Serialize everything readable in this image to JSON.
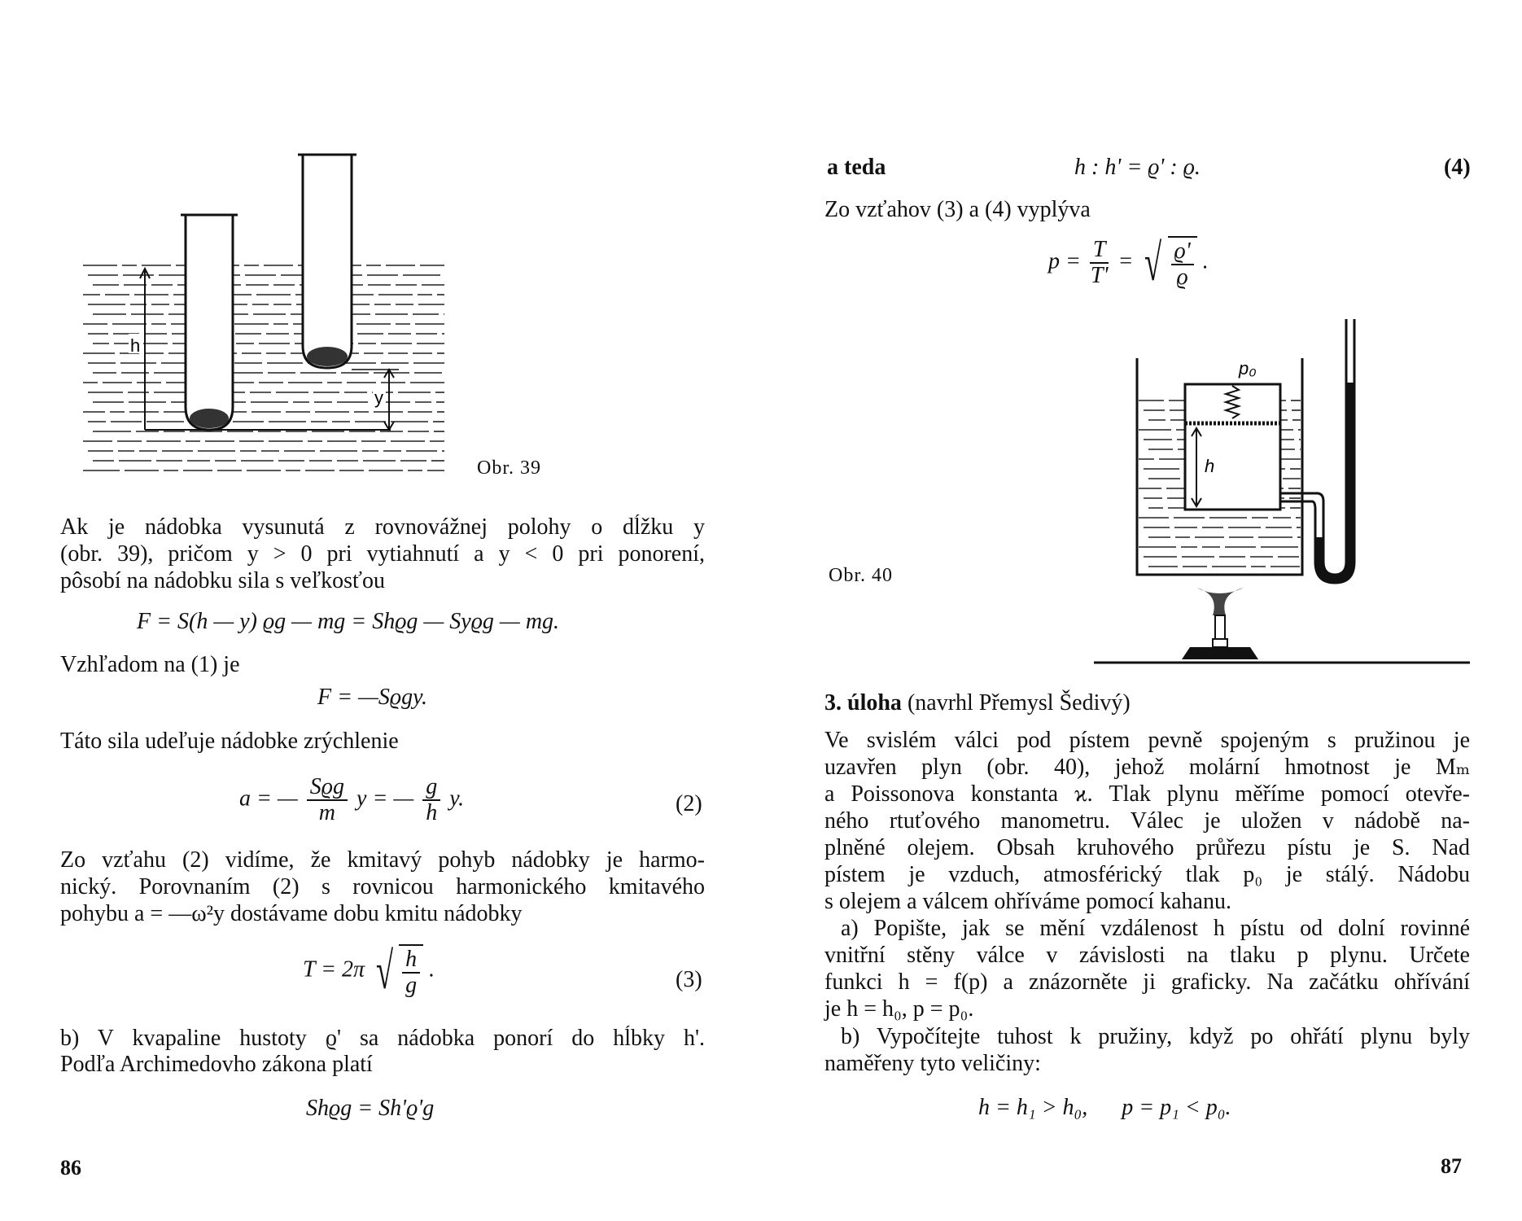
{
  "left_page": {
    "figure_caption": "Obr. 39",
    "figure_labels": {
      "h": "h",
      "y": "y"
    },
    "para1": [
      "Ak je nádobka vysunutá z rovnovážnej polohy o dĺžku y",
      "(obr. 39), pričom y > 0 pri vytiahnutí a y < 0 pri ponorení,",
      "pôsobí na nádobku sila s veľkosťou"
    ],
    "eq_force": "F = S(h — y) ϱg — mg = Shϱg — Syϱg — mg.",
    "line_vzhladom": "Vzhľadom na (1) je",
    "eq_force2": "F = —Sϱgy.",
    "line_tato": "Táto sila udeľuje nádobke zrýchlenie",
    "eq_accel": {
      "lhs": "a = —",
      "num1": "Sϱg",
      "den1": "m",
      "mid": "y = —",
      "num2": "g",
      "den2": "h",
      "tail": "y.",
      "number": "(2)"
    },
    "para2": [
      "Zo vzťahu (2) vidíme, že kmitavý pohyb nádobky je harmo-",
      "nický. Porovnaním (2) s rovnicou harmonického kmitavého",
      "pohybu a = —ω²y dostávame dobu kmitu nádobky"
    ],
    "eq_period": {
      "lhs": "T = 2π",
      "num": "h",
      "den": "g",
      "tail": ".",
      "number": "(3)"
    },
    "para3": [
      "b) V kvapaline hustoty ϱ' sa nádobka ponorí do hĺbky h'.",
      "Podľa Archimedovho zákona platí"
    ],
    "eq_archimedes": "Shϱg = Sh'ϱ'g",
    "page_number": "86"
  },
  "right_page": {
    "line_ateda": "a teda",
    "eq_ratio": "h : h' = ϱ' : ϱ.",
    "eq_ratio_number": "(4)",
    "line_zovztahov": "Zo vzťahov (3) a (4) vyplýva",
    "eq_p": {
      "lhs": "p =",
      "num1": "T",
      "den1": "T'",
      "mid": "=",
      "num2": "ϱ'",
      "den2": "ϱ",
      "tail": "."
    },
    "figure_caption": "Obr. 40",
    "figure_labels": {
      "p0": "p₀",
      "h": "h"
    },
    "task_title_bold": "3. úloha",
    "task_title_rest": "(navrhl Přemysl Šedivý)",
    "para1": [
      "Ve svislém válci pod pístem pevně spojeným s pružinou je",
      "uzavřen plyn (obr. 40), jehož molární hmotnost je Mₘ",
      "a Poissonova konstanta ϰ. Tlak plynu měříme pomocí otevře-",
      "ného rtuťového manometru. Válec je uložen v nádobě na-",
      "plněné olejem. Obsah kruhového průřezu pístu je S. Nad",
      "pístem je vzduch, atmosférický tlak p₀ je stálý. Nádobu",
      "s olejem a válcem ohříváme pomocí kahanu."
    ],
    "para2": [
      "a) Popište, jak se mění vzdálenost h pístu od dolní rovinné",
      "vnitřní stěny válce v závislosti na tlaku p plynu. Určete",
      "funkci h = f(p) a znázorněte ji graficky. Na začátku ohřívání",
      "je h = h₀, p = p₀."
    ],
    "para3": [
      "b) Vypočítejte tuhost k pružiny, když po ohřátí plynu byly",
      "naměřeny tyto veličiny:"
    ],
    "eq_final": "h = h₁ > h₀,      p = p₁ < p₀.",
    "page_number": "87"
  }
}
